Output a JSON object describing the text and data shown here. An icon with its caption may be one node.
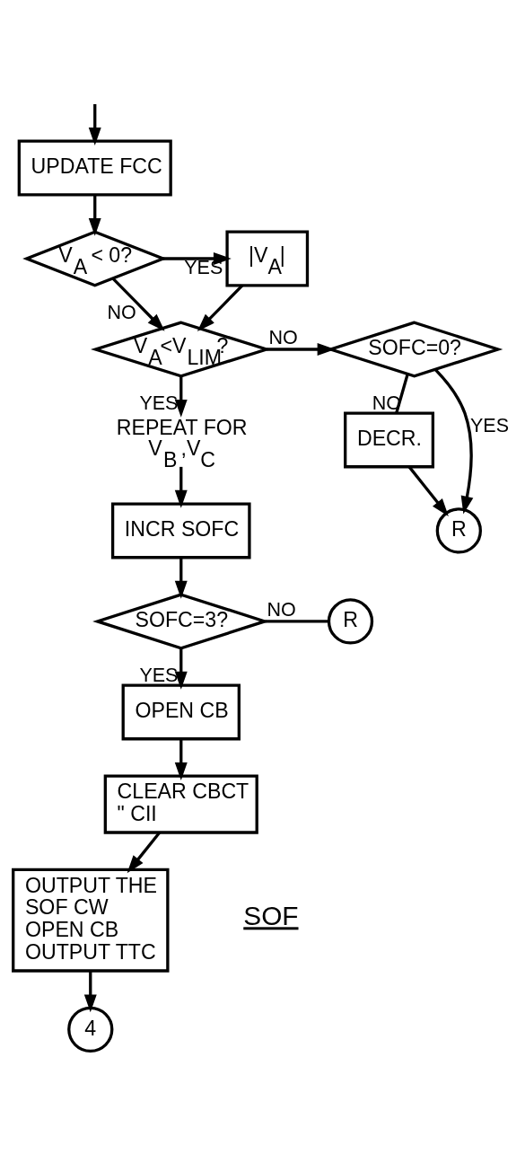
{
  "diagram": {
    "nodes": [
      {
        "text": [
          "UPDATE FCC"
        ]
      },
      {
        "text": [
          "V$_{A}$ < 0?"
        ]
      },
      {
        "text": [
          "|V$_{A}$|"
        ]
      },
      {
        "text": [
          "V$_{A}$<V$_{LIM}$?"
        ]
      },
      {
        "text": [
          "SOFC=0?"
        ]
      },
      {
        "text": [
          "DECR."
        ]
      },
      {
        "text": [
          "R"
        ]
      },
      {
        "text": [
          "REPEAT FOR V$_{B}$ ,V$_{C}$"
        ]
      },
      {
        "text": [
          "INCR SOFC"
        ]
      },
      {
        "text": [
          "SOFC=3?"
        ]
      },
      {
        "text": [
          "R"
        ]
      },
      {
        "text": [
          "OPEN CB"
        ]
      },
      {
        "text": [
          "CLEAR CBCT \" CII"
        ]
      },
      {
        "text": [
          "OUTPUT THE SOF CW OPEN CB OUTPUT TTC"
        ]
      },
      {
        "text": [
          "4"
        ]
      }
    ],
    "edges": [
      {
        "from": null,
        "to": 0,
        "arrow": "to"
      },
      {
        "from": 0,
        "to": 1,
        "arrow": "to"
      },
      {
        "from": 1,
        "to": 2,
        "arrow": "to",
        "label": "YES"
      },
      {
        "from": 1,
        "to": 3,
        "arrow": "to",
        "label": "NO"
      },
      {
        "from": 2,
        "to": 3,
        "arrow": "to"
      },
      {
        "from": 3,
        "to": 4,
        "arrow": "to",
        "label": "NO"
      },
      {
        "from": 4,
        "to": 6,
        "arrow": "to",
        "label": "YES"
      },
      {
        "from": 4,
        "to": 5,
        "arrow": "none",
        "label": "NO"
      },
      {
        "from": 5,
        "to": 6,
        "arrow": "to"
      },
      {
        "from": 3,
        "to": 7,
        "arrow": "to",
        "label": "YES"
      },
      {
        "from": 7,
        "to": 8,
        "arrow": "to"
      },
      {
        "from": 8,
        "to": 9,
        "arrow": "to"
      },
      {
        "from": 9,
        "to": 10,
        "arrow": "none",
        "label": "NO"
      },
      {
        "from": 9,
        "to": 11,
        "arrow": "to",
        "label": "YES"
      },
      {
        "from": 11,
        "to": 12,
        "arrow": "to"
      },
      {
        "from": 12,
        "to": 13,
        "arrow": "to"
      },
      {
        "from": 13,
        "to": 14,
        "arrow": "to"
      }
    ],
    "labels": [
      "SOF"
    ]
  }
}
